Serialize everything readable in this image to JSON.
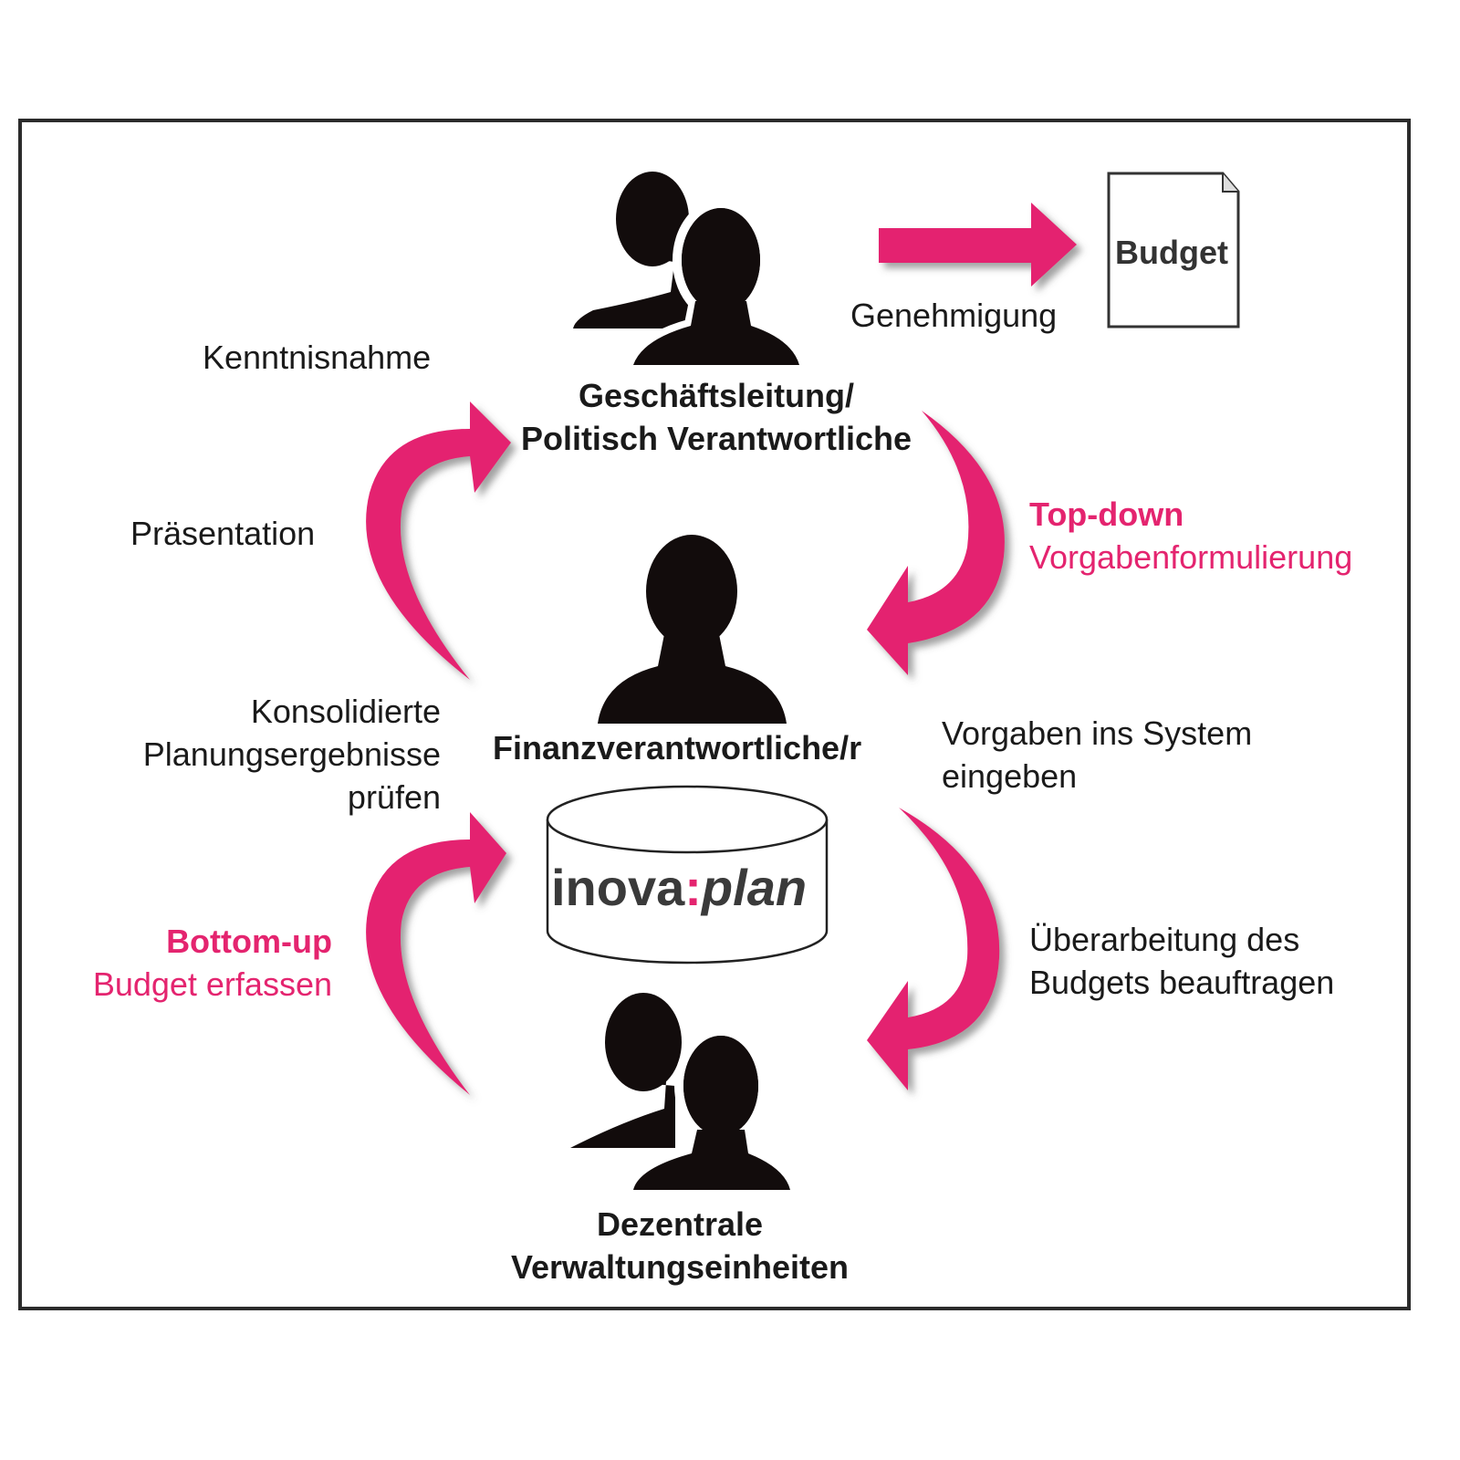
{
  "colors": {
    "accent": "#e4246f",
    "text": "#1a1a1a",
    "icon": "#120c0c"
  },
  "roles": {
    "top": {
      "line1": "Geschäftsleitung/",
      "line2": "Politisch Verantwortliche"
    },
    "middle": {
      "label": "Finanzverantwortliche/r"
    },
    "bottom": {
      "line1": "Dezentrale",
      "line2": "Verwaltungseinheiten"
    }
  },
  "document": {
    "label": "Budget"
  },
  "system": {
    "logo_part1": "inova",
    "logo_colon": ":",
    "logo_part2": "plan"
  },
  "labels": {
    "genehmigung": "Genehmigung",
    "kenntnisnahme": "Kenntnisnahme",
    "praesentation": "Präsentation",
    "topdown_title": "Top-down",
    "topdown_sub": "Vorgabenformulierung",
    "konsolidierte": [
      "Konsolidierte",
      "Planungsergebnisse",
      "prüfen"
    ],
    "vorgaben": [
      "Vorgaben ins System",
      "eingeben"
    ],
    "bottomup_title": "Bottom-up",
    "bottomup_sub": "Budget erfassen",
    "ueberarbeitung": [
      "Überarbeitung des",
      "Budgets beauftragen"
    ]
  }
}
